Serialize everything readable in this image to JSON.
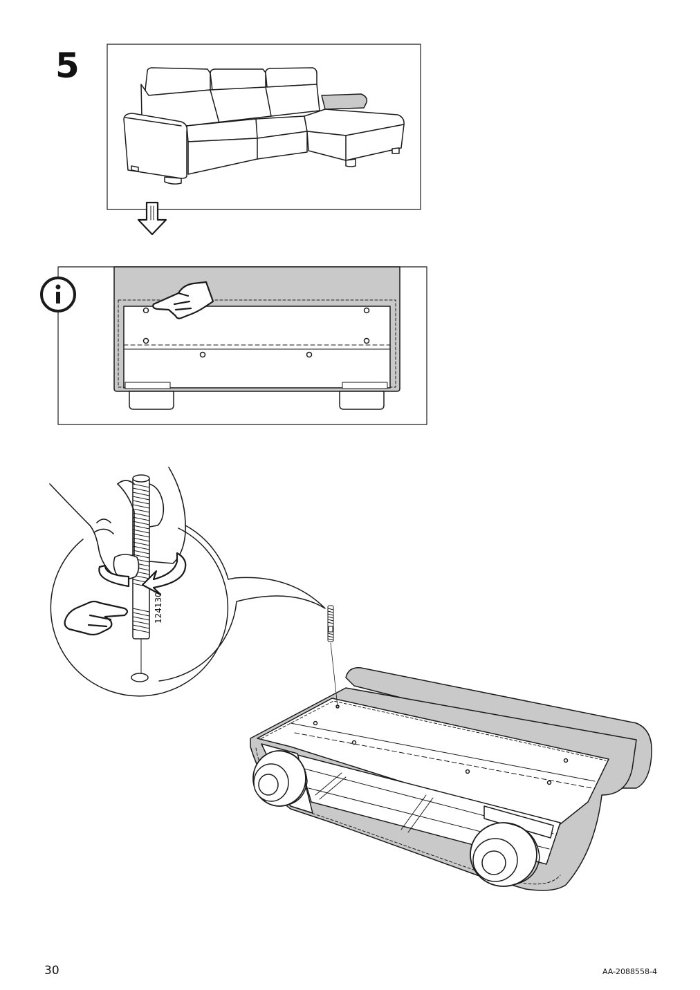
{
  "step": {
    "number": "5"
  },
  "info_icon": {
    "glyph": "i"
  },
  "part": {
    "number": "124130"
  },
  "footer": {
    "page_number": "30",
    "doc_code": "AA-2088558-4"
  },
  "colors": {
    "upholstery": "#c9c9c9",
    "line": "#1a1a1a",
    "paper": "#ffffff"
  }
}
